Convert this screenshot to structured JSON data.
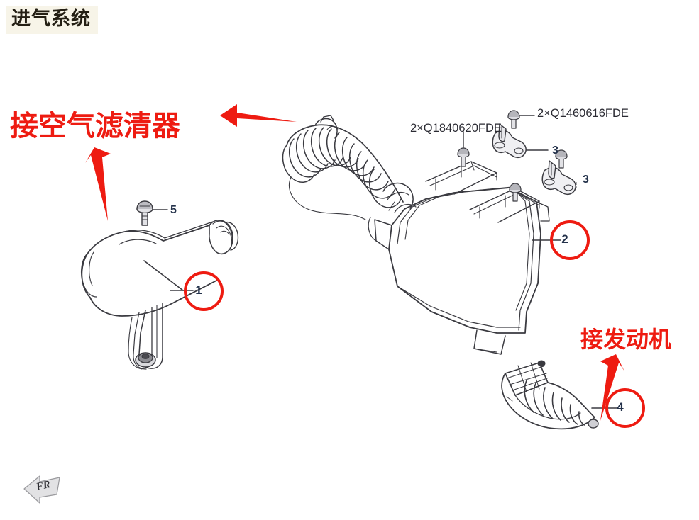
{
  "page": {
    "title": "进气系统",
    "title_meaning": "Intake System",
    "background_color": "#ffffff",
    "title_background_color": "#f7f4e8",
    "annotation_color": "#ee1b11",
    "line_color": "#3a3a40",
    "callout_text_color": "#23314a"
  },
  "annotations": [
    {
      "id": "label-air-filter",
      "text": "接空气滤清器",
      "meaning": "Connect to air cleaner",
      "color": "#ee1b11"
    },
    {
      "id": "label-engine",
      "text": "接发动机",
      "meaning": "Connect to engine",
      "color": "#ee1b11"
    }
  ],
  "part_codes": [
    {
      "id": "code-1840620",
      "text": "2×Q1840620FDE"
    },
    {
      "id": "code-1460616",
      "text": "2×Q1460616FDE"
    }
  ],
  "callouts": [
    {
      "id": "circle-1",
      "number": "1",
      "circled": true,
      "part": "air-intake-duct"
    },
    {
      "id": "circle-2",
      "number": "2",
      "circled": true,
      "part": "air-filter-housing"
    },
    {
      "id": "circle-4",
      "number": "4",
      "circled": true,
      "part": "engine-intake-elbow"
    },
    {
      "id": "num-3-upper",
      "number": "3",
      "circled": false,
      "part": "bracket-clip-upper"
    },
    {
      "id": "num-3-lower",
      "number": "3",
      "circled": false,
      "part": "bracket-clip-lower"
    },
    {
      "id": "num-5",
      "number": "5",
      "circled": false,
      "part": "mounting-bolt"
    }
  ],
  "orientation_marker": {
    "text": "FR",
    "meaning": "Front direction indicator"
  }
}
